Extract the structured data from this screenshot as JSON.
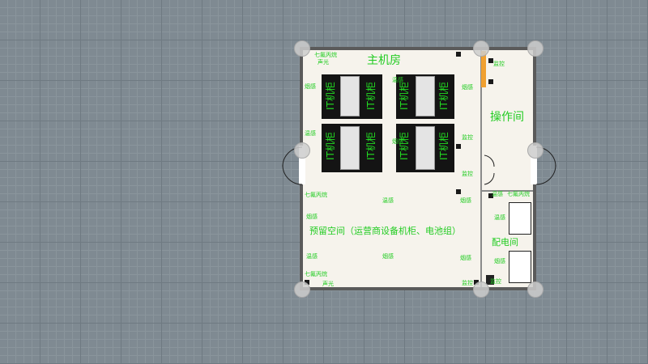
{
  "rooms": {
    "main": "主机房",
    "operation": "操作间",
    "distribution": "配电间",
    "reserved": "预留空间（运营商设备机柜、电池组）"
  },
  "rack_label": "IT机柜",
  "labels": {
    "aircon": "七氟丙烷",
    "alarm": "声光",
    "smoke": "烟感",
    "temp": "温感",
    "monitor": "监控",
    "aircon2": "七氟丙烷"
  },
  "colors": {
    "label_green": "#22cc22",
    "wall": "#5a5a5a",
    "floor": "#f6f3ec",
    "grid_bg": "#7f8a92"
  }
}
